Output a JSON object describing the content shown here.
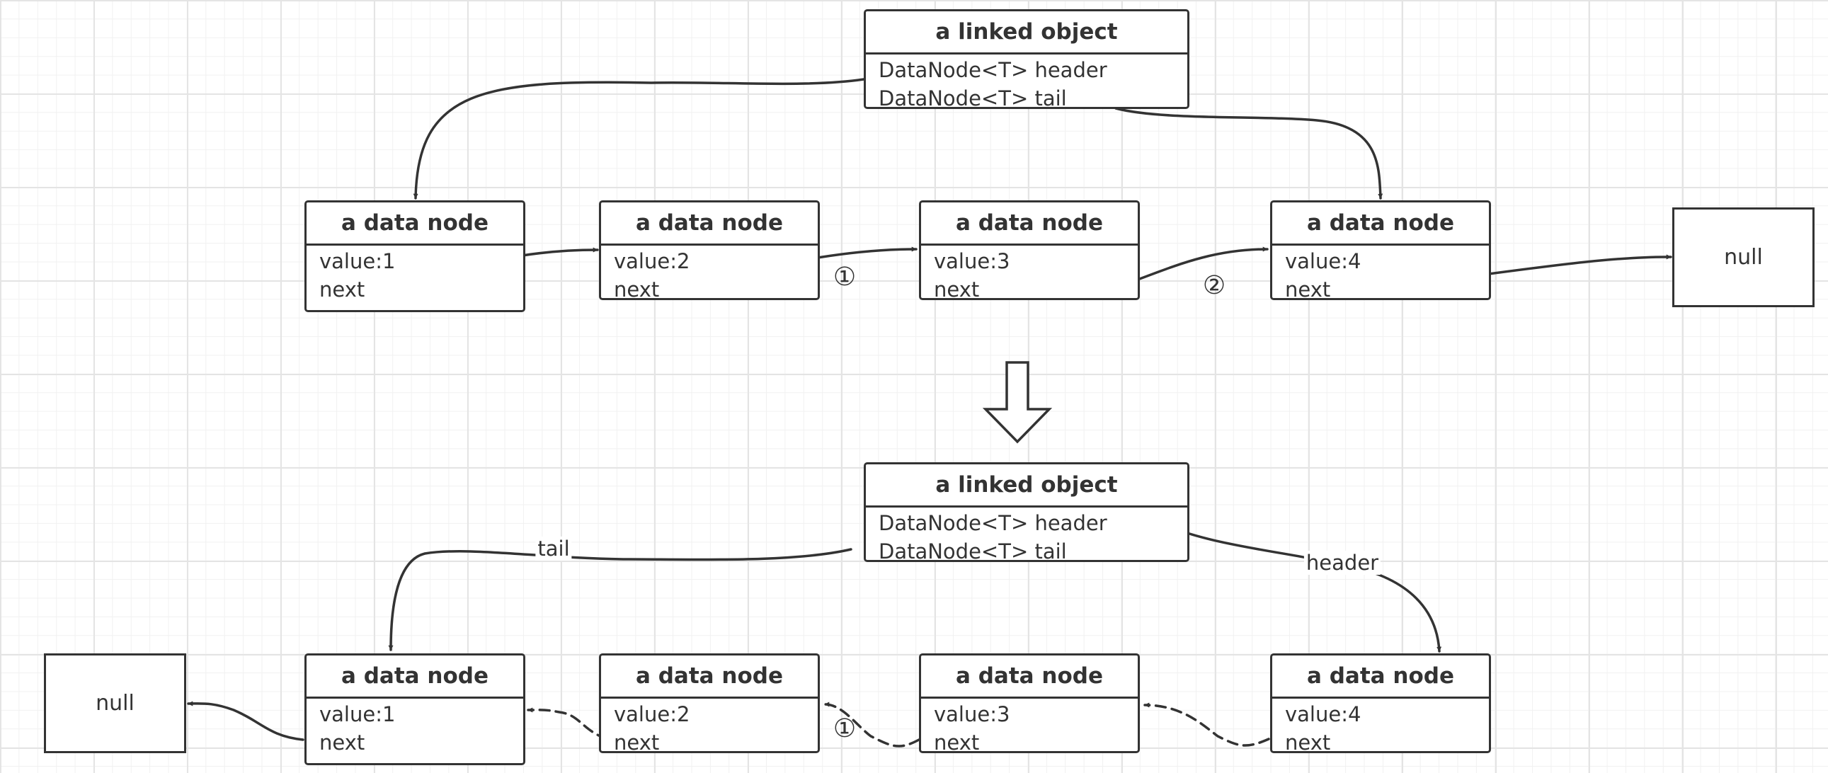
{
  "top": {
    "linked_object": {
      "title": "a linked object",
      "fields": [
        "DataNode<T> header",
        "DataNode<T> tail"
      ]
    },
    "nodes": [
      {
        "title": "a data node",
        "value": "value:1",
        "next": "next"
      },
      {
        "title": "a data node",
        "value": "value:2",
        "next": "next"
      },
      {
        "title": "a data node",
        "value": "value:3",
        "next": "next"
      },
      {
        "title": "a data node",
        "value": "value:4",
        "next": "next"
      }
    ],
    "null_label": "null",
    "step_markers": [
      "①",
      "②"
    ]
  },
  "bottom": {
    "linked_object": {
      "title": "a linked object",
      "fields": [
        "DataNode<T> header",
        "DataNode<T> tail"
      ]
    },
    "nodes": [
      {
        "title": "a data node",
        "value": "value:1",
        "next": "next"
      },
      {
        "title": "a data node",
        "value": "value:2",
        "next": "next"
      },
      {
        "title": "a data node",
        "value": "value:3",
        "next": "next"
      },
      {
        "title": "a data node",
        "value": "value:4",
        "next": "next"
      }
    ],
    "null_label": "null",
    "edge_labels": {
      "tail": "tail",
      "header": "header"
    },
    "step_markers": [
      "①"
    ]
  },
  "colors": {
    "stroke": "#333333",
    "grid": "#e4e4e4",
    "background": "#ffffff"
  }
}
